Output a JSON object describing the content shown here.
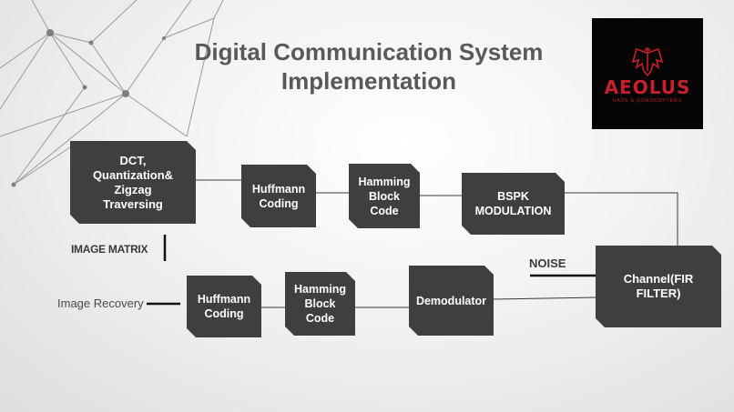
{
  "title": {
    "line1": "Digital Communication System",
    "line2": "Implementation"
  },
  "logo": {
    "name": "AEOLUS",
    "tagline": "UAVS & QUADCOPTERS",
    "mark": "eagle-icon"
  },
  "blocks": {
    "dct": "DCT,\nQuantization&\nZigzag\nTraversing",
    "huffman_tx": "Huffmann\nCoding",
    "hamming_tx": "Hamming\nBlock\nCode",
    "bpsk": "BSPK\nMODULATION",
    "channel": "Channel(FIR\nFILTER)",
    "demodulator": "Demodulator",
    "hamming_rx": "Hamming\nBlock\nCode",
    "huffman_rx": "Huffmann\nCoding"
  },
  "labels": {
    "image_matrix": "IMAGE MATRIX",
    "noise": "NOISE",
    "image_recovery": "Image Recovery"
  },
  "colors": {
    "block": "#3f3f3f",
    "title": "#595959",
    "logo_red": "#c8202a",
    "logo_bg": "#050505"
  }
}
